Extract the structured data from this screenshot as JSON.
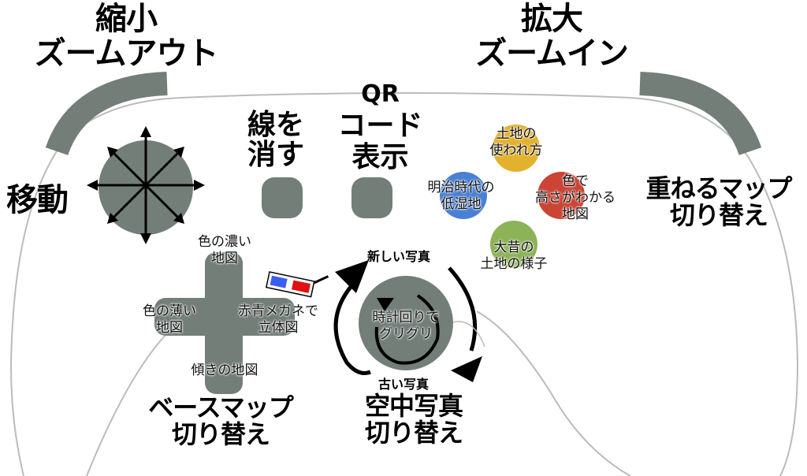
{
  "labels": {
    "zoom_out": [
      "縮小",
      "ズームアウト"
    ],
    "zoom_in": [
      "拡大",
      "ズームイン"
    ],
    "move": "移動",
    "clear_lines": [
      "線を",
      "消す"
    ],
    "qr": [
      "QR",
      "コード",
      "表示"
    ],
    "overlay_switch": [
      "重ねるマップ",
      "切り替え"
    ],
    "basemap_switch": [
      "ベースマップ",
      "切り替え"
    ],
    "aerial_switch": [
      "空中写真",
      "切り替え"
    ],
    "new_photo": "新しい写真",
    "old_photo": "古い写真",
    "rotate": [
      "時計回りで",
      "グリグリ"
    ]
  },
  "dpad": {
    "up": [
      "色の濃い",
      "地図"
    ],
    "left": [
      "色の薄い",
      "地図"
    ],
    "right": [
      "赤青メガネで",
      "立体図"
    ],
    "down": "傾きの地図"
  },
  "face_buttons": {
    "top": {
      "label": [
        "土地の",
        "使われ方"
      ],
      "color": "#e2b12e"
    },
    "left": {
      "label": [
        "明治時代の",
        "低湿地"
      ],
      "color": "#4a7fd6"
    },
    "right": {
      "label": [
        "色で",
        "高さがわかる",
        "地図"
      ],
      "color": "#cc4434"
    },
    "bottom": {
      "label": [
        "大昔の",
        "土地の様子"
      ],
      "color": "#8cb357"
    }
  },
  "colors": {
    "controller_gray": "#737e79"
  }
}
